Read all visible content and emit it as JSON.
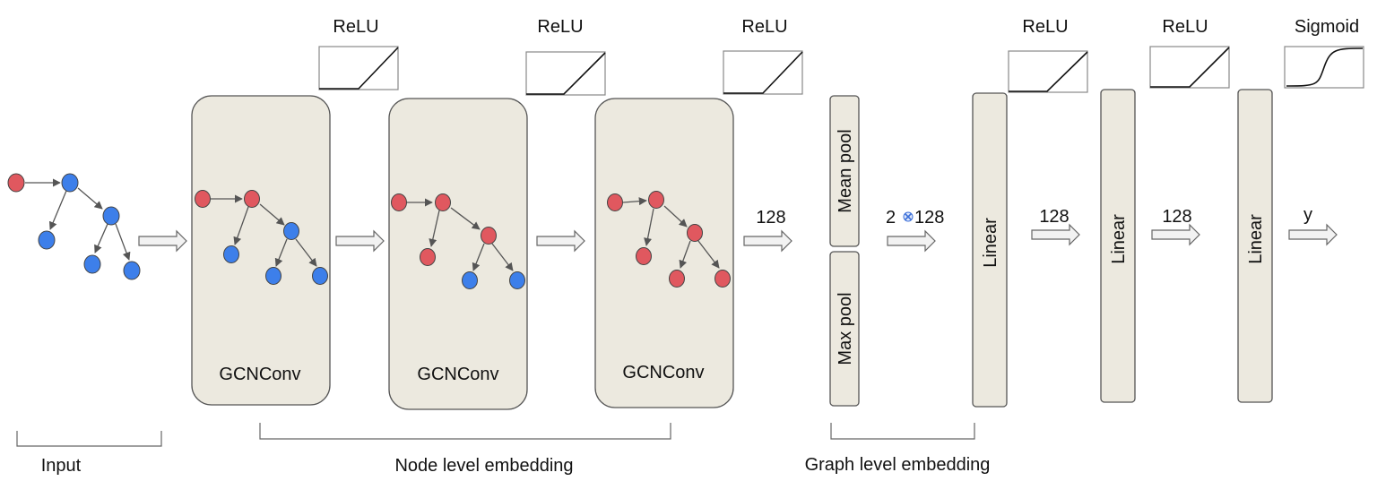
{
  "labels": {
    "input": "Input",
    "node_level": "Node level embedding",
    "graph_level": "Graph level embedding",
    "conv1": "GCNConv",
    "conv2": "GCNConv",
    "conv3": "GCNConv",
    "relu1": "ReLU",
    "relu2": "ReLU",
    "relu3": "ReLU",
    "relu4": "ReLU",
    "relu5": "ReLU",
    "sigmoid": "Sigmoid",
    "mean_pool": "Mean pool",
    "max_pool": "Max pool",
    "linear1": "Linear",
    "linear2": "Linear",
    "linear3": "Linear",
    "dim_conv_out": "128",
    "dim_pool_pre": "2",
    "dim_pool_post": "128",
    "dim_linear1": "128",
    "dim_linear2": "128",
    "output": "y"
  },
  "colors": {
    "block_fill": "#ece9df",
    "block_stroke": "#555555",
    "node_red": "#e0585f",
    "node_blue": "#3d7fea",
    "arrow_fill": "#f2f2f2",
    "times_icon": "#3b6fd8"
  }
}
